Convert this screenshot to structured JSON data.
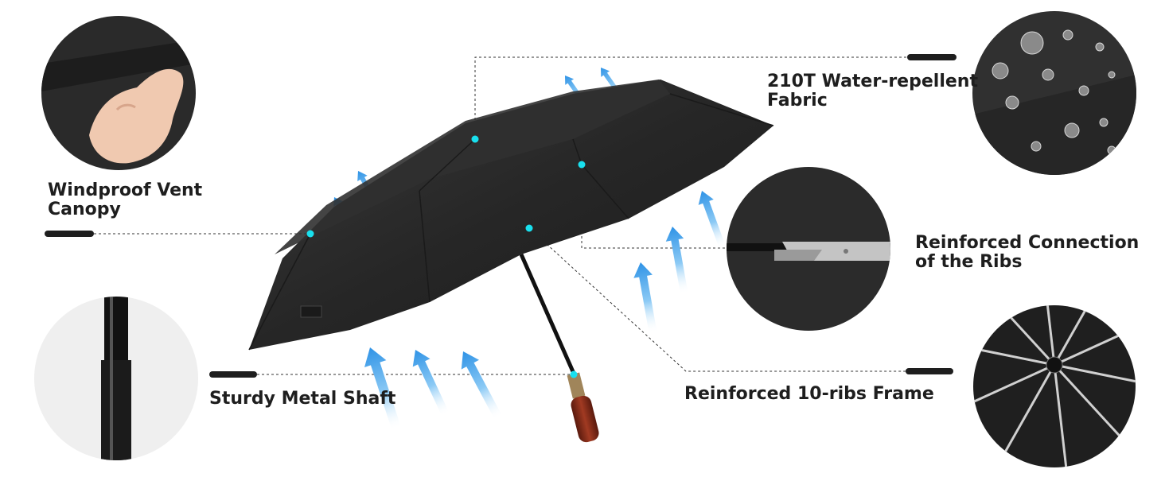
{
  "features": {
    "windproof": {
      "line1": "Windproof Vent",
      "line2": "Canopy"
    },
    "fabric": {
      "line1": "210T Water-repellent",
      "line2": "Fabric"
    },
    "ribs_connection": {
      "line1": "Reinforced Connection",
      "line2": "of the Ribs"
    },
    "frame": {
      "line1": "Reinforced 10-ribs Frame"
    },
    "shaft": {
      "line1": "Sturdy Metal Shaft"
    }
  },
  "colors": {
    "canopy": "#2b2b2b",
    "marker_dot": "#19e0ee",
    "wind_arrow": "#3aa1ea",
    "label_text": "#1e1e1e",
    "handle_wood": "#8a2b18"
  },
  "icons": [
    "wind-arrow-icon",
    "callout-dot-icon"
  ]
}
